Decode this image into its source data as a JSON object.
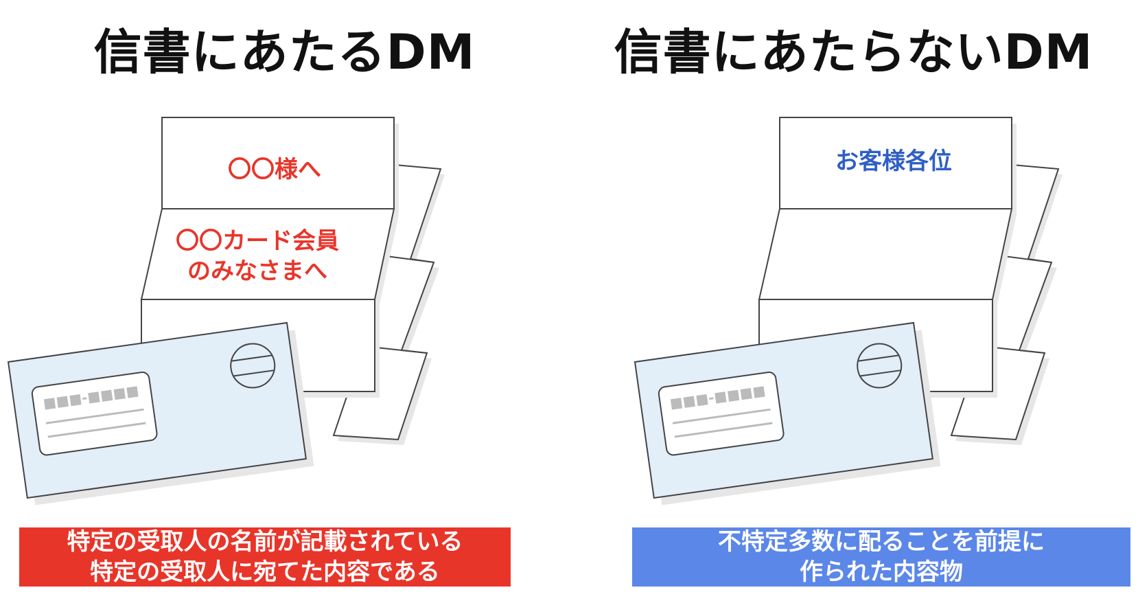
{
  "left": {
    "title": "信書にあたるDM",
    "letter_top_text": "〇〇様へ",
    "letter_mid_line1": "〇〇カード会員",
    "letter_mid_line2": "のみなさまへ",
    "postal_code": "■■■-■■■■",
    "caption_line1": "特定の受取人の名前が記載されている",
    "caption_line2": "特定の受取人に宛てた内容である",
    "text_color": "#e8352a",
    "caption_bg": "#e8352a"
  },
  "right": {
    "title": "信書にあたらないDM",
    "letter_top_text": "お客様各位",
    "postal_code": "■■■-■■■■",
    "caption_line1": "不特定多数に配ることを前提に",
    "caption_line2": "作られた内容物",
    "text_color": "#2f5fc4",
    "caption_bg": "#5b87e8"
  },
  "colors": {
    "envelope_fill": "#e2eef8",
    "paper_fill": "#ffffff",
    "outline": "#444444",
    "shadow": "#e6e6e6"
  }
}
